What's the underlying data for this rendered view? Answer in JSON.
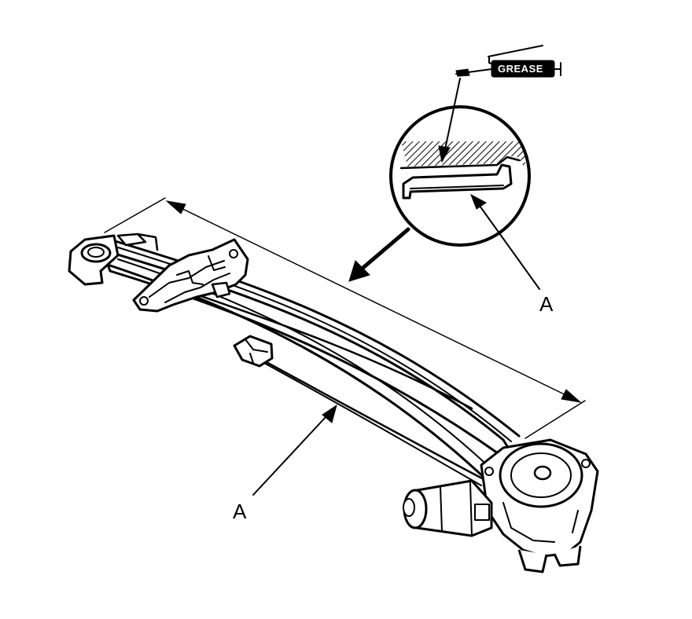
{
  "labels": {
    "grease": "GREASE",
    "callout_upper": "A",
    "callout_lower": "A"
  },
  "colors": {
    "ink": "#000000",
    "paper": "#ffffff"
  }
}
